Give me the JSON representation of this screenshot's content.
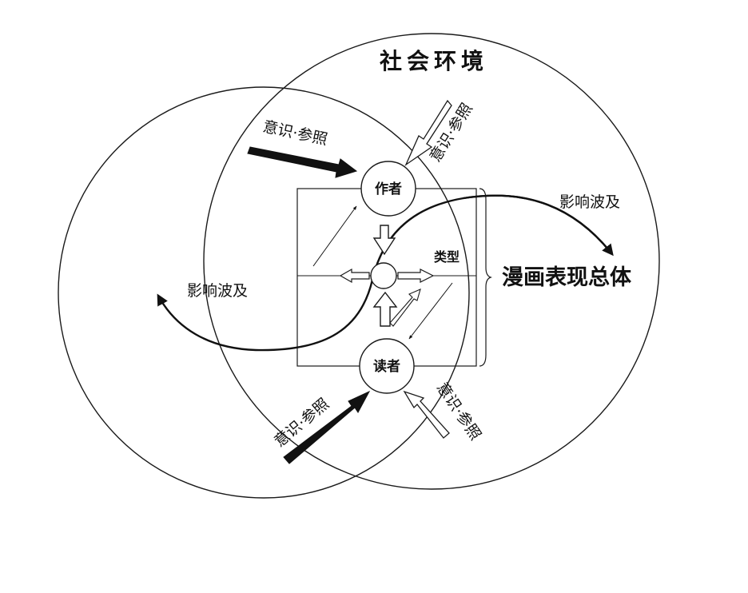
{
  "diagram": {
    "title": "社会环境",
    "author": "作者",
    "reader": "读者",
    "genre": "类型",
    "total": "漫画表现总体",
    "influence": "影响波及",
    "awareness": "意识·参照"
  },
  "colors": {
    "stroke": "#1a1a1a",
    "fill": "#ffffff",
    "text": "#111111"
  }
}
